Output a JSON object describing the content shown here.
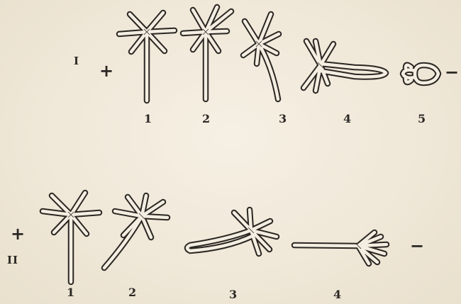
{
  "row1": {
    "label": "I",
    "plus": "+",
    "minus": "−",
    "figures": [
      "1",
      "2",
      "3",
      "4",
      "5"
    ]
  },
  "row2": {
    "label": "II",
    "plus": "+",
    "minus": "−",
    "figures": [
      "1",
      "2",
      "3",
      "4"
    ]
  }
}
